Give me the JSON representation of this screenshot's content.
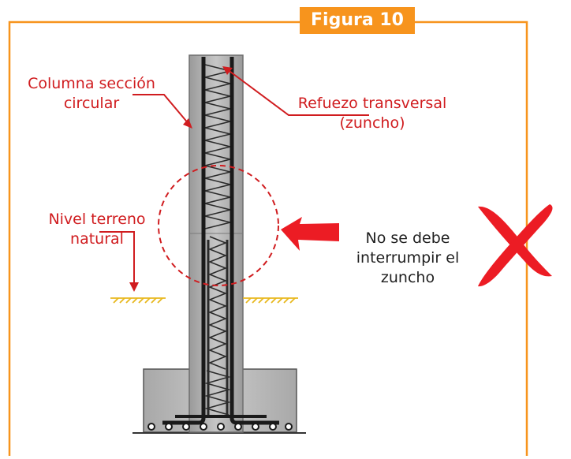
{
  "figure": {
    "badge": "Figura 10",
    "labels": {
      "column_line1": "Columna  sección",
      "column_line2": "circular",
      "transversal_line1": "Refuezo transversal",
      "transversal_line2": "(zuncho)",
      "ground_line1": "Nivel terreno",
      "ground_line2": "natural",
      "warning_line1": "No se debe",
      "warning_line2": "interrumpir el",
      "warning_line3": "zuncho"
    }
  },
  "colors": {
    "frame": "#f7941d",
    "annotation": "#d01c1f",
    "ground": "#e8b81f",
    "concrete": "#b8b8b8",
    "rebar": "#1a1a1a"
  },
  "icons": {
    "cross": "cross-mark-icon",
    "arrow": "red-arrow-icon"
  }
}
